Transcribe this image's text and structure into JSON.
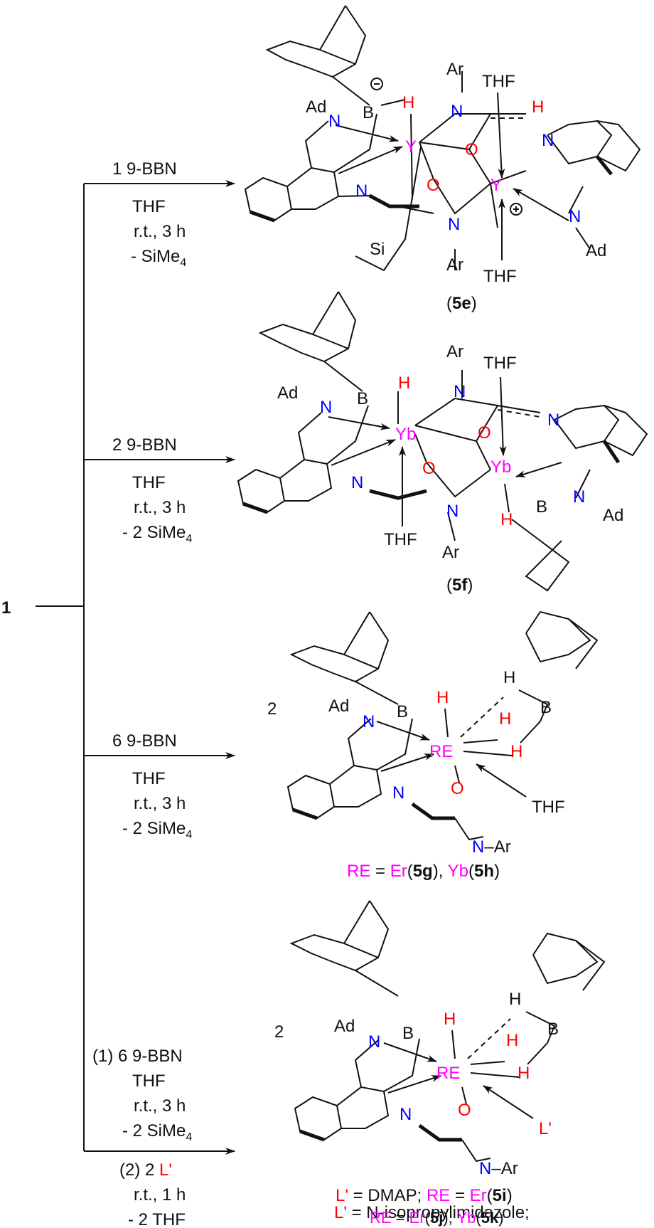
{
  "start_compound": "1",
  "arrows": [
    {
      "reagent": "1 9-BBN",
      "conditions": [
        "THF",
        "r.t., 3 h",
        "- SiMe4"
      ]
    },
    {
      "reagent": "2 9-BBN",
      "conditions": [
        "THF",
        "r.t., 3 h",
        "- 2 SiMe4"
      ]
    },
    {
      "reagent": "6 9-BBN",
      "conditions": [
        "THF",
        "r.t., 3 h",
        "- 2 SiMe4"
      ]
    },
    {
      "reagent_lines": [
        "(1) 6 9-BBN",
        "THF",
        "r.t., 3 h",
        "- 2 SiMe4"
      ],
      "second_step": [
        "(2) 2 L'",
        "r.t., 1 h",
        "- 2 THF"
      ]
    }
  ],
  "products": {
    "p5e": {
      "label": "5e",
      "metal": "Y"
    },
    "p5f": {
      "label": "5f",
      "metal": "Yb"
    },
    "p5gh": {
      "coef": "2",
      "metal": "RE",
      "caption": "RE = Er(5g), Yb(5h)"
    },
    "p5ijk": {
      "coef": "2",
      "metal": "RE",
      "ligand": "L'",
      "caption_lines": [
        "L' = DMAP; RE = Er(5i)",
        "L' = N-isopropylimidazole;",
        "RE = Er(5j), Yb(5k)"
      ]
    }
  },
  "atoms": {
    "thf": "THF",
    "ar": "Ar",
    "ad": "Ad",
    "n": "N",
    "o": "O",
    "b": "B",
    "h": "H",
    "si": "Si"
  },
  "colors": {
    "metal": "#ff00ff",
    "hetero_o_h": "#ff0000",
    "nitrogen": "#0000ff",
    "ligand": "#ff0000"
  }
}
